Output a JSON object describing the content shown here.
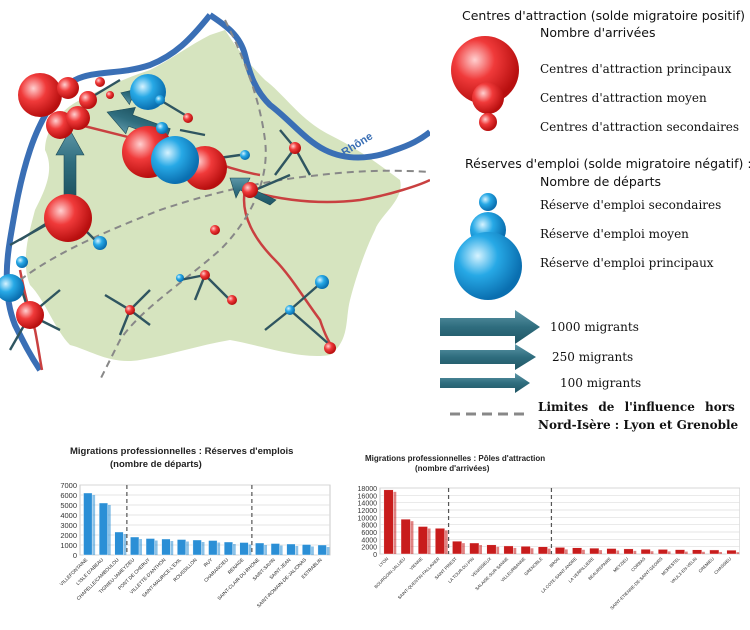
{
  "colors": {
    "attraction": "#e02020",
    "reserve": "#1a8fd0",
    "arrow": "#2f6d7e",
    "territory": "#d6e4bf",
    "river": "#3a6fb5",
    "boundary": "#888888",
    "bar_blue": "#2b8fd6",
    "bar_red": "#c81c1c"
  },
  "map": {
    "river_label": "Rhône"
  },
  "legend": {
    "attraction_title_line1": "Centres d'attraction (solde migratoire positif) :",
    "attraction_title_line2": "Nombre d'arrivées",
    "attraction_items": [
      "Centres d'attraction principaux",
      "Centres d'attraction moyen",
      "Centres d'attraction secondaires"
    ],
    "reserve_title_line1": "Réserves d'emploi (solde migratoire négatif) :",
    "reserve_title_line2": "Nombre de départs",
    "reserve_items": [
      "Réserve d'emploi secondaires",
      "Réserve d'emploi moyen",
      "Réserve d'emploi principaux"
    ],
    "arrow_items": [
      "1000 migrants",
      "250 migrants",
      "100 migrants"
    ],
    "boundary_line1": "Limites de l'influence hors",
    "boundary_line2": "Nord-Isère : Lyon et Grenoble"
  },
  "chart_data": [
    {
      "type": "bar",
      "title": "Migrations professionnelles : Réserves d'emplois",
      "subtitle": "(nombre de départs)",
      "categories": [
        "VILLEFONTAINE",
        "L'ISLE D'ABEAU",
        "CHAPELLE/CAMBOULOU",
        "TIGNIEU-JAMEYZIEU",
        "PONT DE CHERUY",
        "VILLETTE-D'ANTHON",
        "SAINT-MAURICE-L'EXIL",
        "ROUSSILLON",
        "RUY",
        "CHARANCIEU",
        "RENAGE",
        "SAINT-CLAIR-DU-RHONE",
        "SAINT-SAVIN",
        "SAINT-JEAN",
        "SAINT-ROMAIN-DE-JALIONAS",
        "ESTRABLIN"
      ],
      "values": [
        6200,
        5200,
        2300,
        1800,
        1650,
        1600,
        1550,
        1500,
        1450,
        1300,
        1250,
        1200,
        1150,
        1100,
        1050,
        1000
      ],
      "ylim": [
        0,
        7000
      ],
      "yticks": [
        0,
        1000,
        2000,
        3000,
        4000,
        5000,
        6000,
        7000
      ],
      "dashed_after": [
        2,
        10
      ]
    },
    {
      "type": "bar",
      "title": "Migrations professionnelles : Pôles d'attraction",
      "subtitle": "(nombre d'arrivées)",
      "categories": [
        "LYON",
        "BOURGOIN-JALLIEU",
        "VIENNE",
        "SAINT-QUENTIN-FALLAVIER",
        "SAINT PRIEST",
        "LA TOUR-DU-PIN",
        "VENISSIEUX",
        "SALAISE-SUR-SANNE",
        "VILLEURBANNE",
        "GRENOBLE",
        "BRON",
        "LA COTE-SAINT-ANDRE",
        "LA VERPILLIERE",
        "BEAUREPAIRE",
        "MEYZIEU",
        "CORBAS",
        "SAINT-ETIENNE-DE-SAINT-GEOIRS",
        "MORESTEL",
        "VAULX-EN-VELIN",
        "CREMIEU",
        "CHASSIEU"
      ],
      "values": [
        17500,
        9500,
        7500,
        7000,
        3500,
        3000,
        2500,
        2200,
        2100,
        2000,
        1800,
        1700,
        1600,
        1500,
        1400,
        1300,
        1250,
        1200,
        1150,
        1100,
        1050
      ],
      "ylim": [
        0,
        18000
      ],
      "yticks": [
        0,
        2000,
        4000,
        6000,
        8000,
        10000,
        12000,
        14000,
        16000,
        18000
      ],
      "dashed_after": [
        3,
        9
      ]
    }
  ]
}
